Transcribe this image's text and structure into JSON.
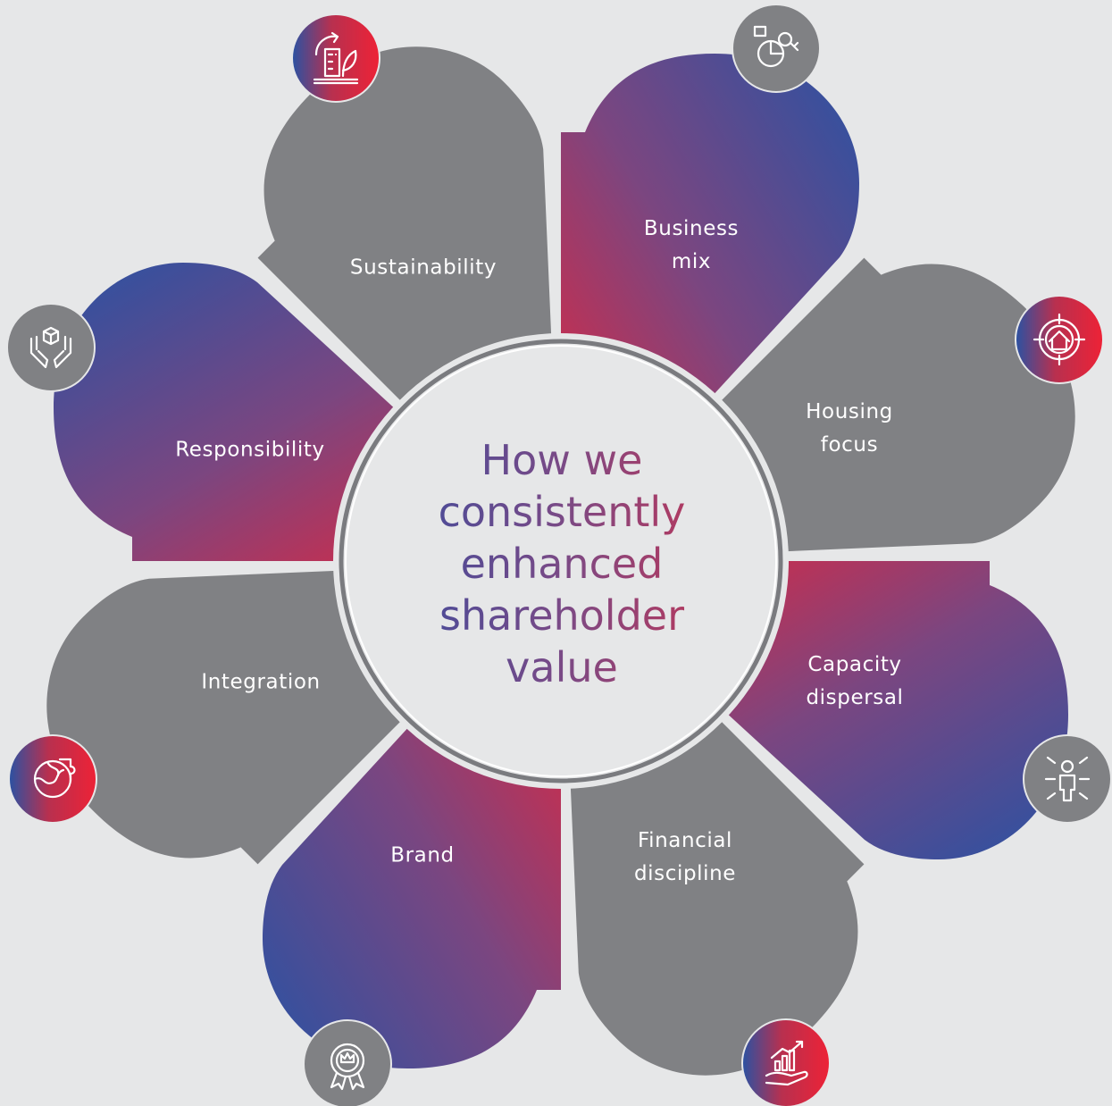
{
  "center": {
    "title_lines": [
      "How we",
      "consistently",
      "enhanced",
      "shareholder",
      "value"
    ]
  },
  "petals": [
    {
      "id": "business-mix",
      "lines": [
        "Business",
        "mix"
      ],
      "fill": "gradient",
      "icon": "pie-chart-key-icon"
    },
    {
      "id": "housing-focus",
      "lines": [
        "Housing",
        "focus"
      ],
      "fill": "grey",
      "icon": "target-house-icon"
    },
    {
      "id": "capacity-dispersal",
      "lines": [
        "Capacity",
        "dispersal"
      ],
      "fill": "gradient",
      "icon": "person-arrows-icon"
    },
    {
      "id": "financial-discipline",
      "lines": [
        "Financial",
        "discipline"
      ],
      "fill": "grey",
      "icon": "hand-growth-chart-icon"
    },
    {
      "id": "brand",
      "lines": [
        "Brand"
      ],
      "fill": "gradient",
      "icon": "award-badge-icon"
    },
    {
      "id": "integration",
      "lines": [
        "Integration"
      ],
      "fill": "grey",
      "icon": "puzzle-globe-icon"
    },
    {
      "id": "responsibility",
      "lines": [
        "Responsibility"
      ],
      "fill": "gradient",
      "icon": "hands-box-icon"
    },
    {
      "id": "sustainability",
      "lines": [
        "Sustainability"
      ],
      "fill": "grey",
      "icon": "building-leaf-icon"
    }
  ],
  "colors": {
    "background": "#e6e7e8",
    "grey": "#808184",
    "red": "#ee2236",
    "blue": "#2a52a3",
    "white": "#ffffff"
  }
}
